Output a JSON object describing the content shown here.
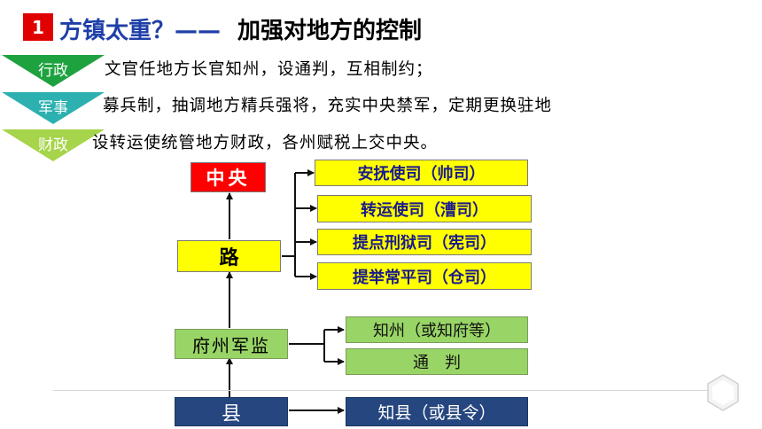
{
  "header": {
    "number": "1",
    "title_prefix": "方镇太重？——",
    "title_main": "加强对地方的控制"
  },
  "policies": [
    {
      "tag": "行政",
      "color": "#1ea23f",
      "text": "文官任地方长官知州，设通判，互相制约；"
    },
    {
      "tag": "军事",
      "color": "#2db0b0",
      "text": "募兵制，抽调地方精兵强将，充实中央禁军，定期更换驻地"
    },
    {
      "tag": "财政",
      "color": "#a6d44a",
      "text": "设转运使统管地方财政，各州赋税上交中央。"
    }
  ],
  "diagram": {
    "zhongyang": "中央",
    "lu": "路",
    "lu_offices": [
      "安抚使司（帅司）",
      "转运使司（漕司）",
      "提点刑狱司（宪司）",
      "提举常平司（仓司）"
    ],
    "fuzhou": "府州军监",
    "fuzhou_offices": [
      "知州（或知府等）",
      "通　判"
    ],
    "xian": "县",
    "xian_office": "知县（或县令）"
  }
}
